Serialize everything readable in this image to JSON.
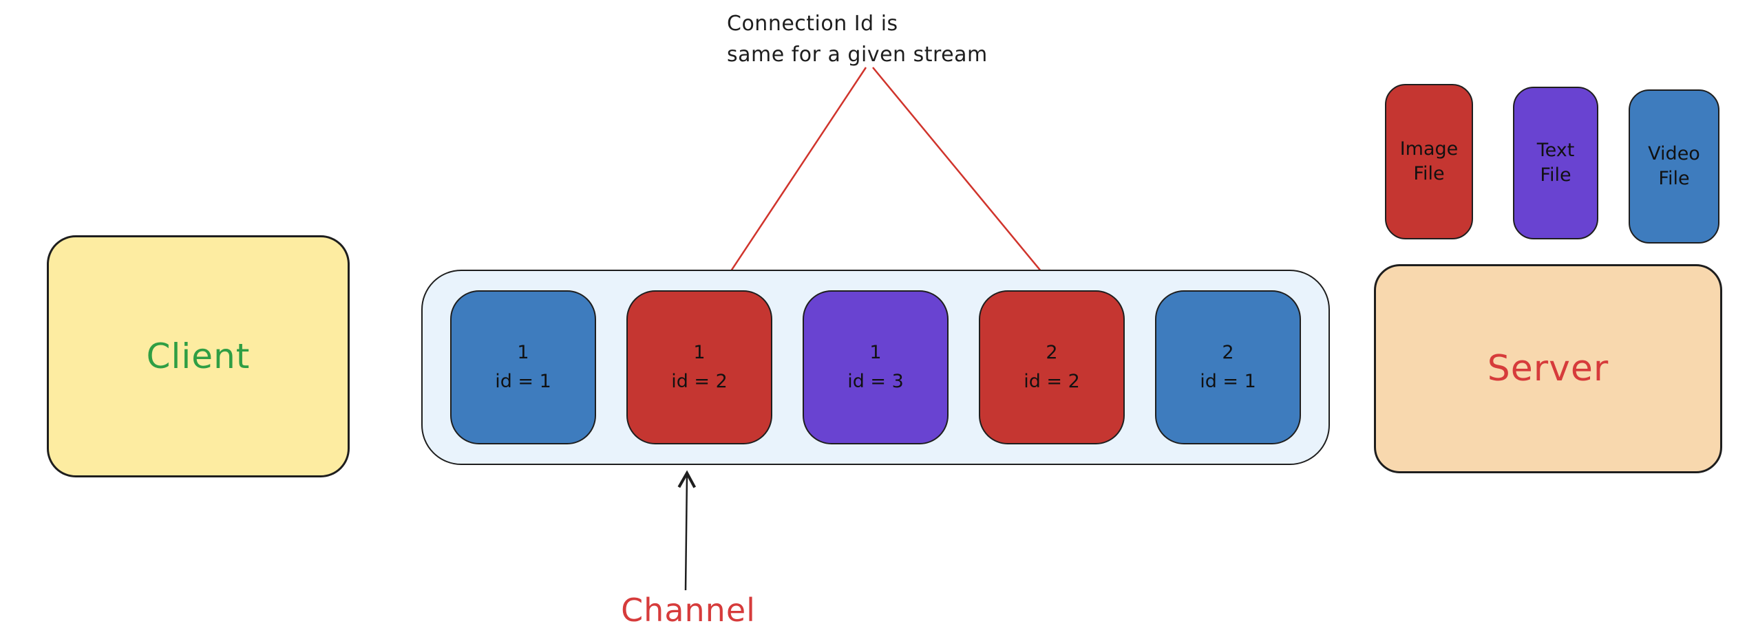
{
  "annotation": {
    "line1": "Connection Id is",
    "line2": "same for a given stream"
  },
  "client": {
    "label": "Client"
  },
  "channel": {
    "label": "Channel",
    "streams": [
      {
        "stream": "1",
        "id_label": "id = 1",
        "color": "blue"
      },
      {
        "stream": "1",
        "id_label": "id = 2",
        "color": "red"
      },
      {
        "stream": "1",
        "id_label": "id = 3",
        "color": "purple"
      },
      {
        "stream": "2",
        "id_label": "id = 2",
        "color": "red"
      },
      {
        "stream": "2",
        "id_label": "id = 1",
        "color": "blue"
      }
    ]
  },
  "files": [
    {
      "label": "Image File",
      "color": "red"
    },
    {
      "label": "Text File",
      "color": "purple"
    },
    {
      "label": "Video File",
      "color": "blue"
    }
  ],
  "server": {
    "label": "Server"
  },
  "colors": {
    "stream_blue": "#3e7cbe",
    "stream_red": "#c53631",
    "stream_purple": "#6943d1",
    "client_fill": "#fdeca1",
    "server_fill": "#f8d8ae",
    "channel_fill": "#e9f3fc",
    "client_text": "#2f9e44",
    "accent_red_text": "#d63b3b",
    "arrow_red": "#d0342c",
    "arrow_black": "#1e1e1e"
  }
}
